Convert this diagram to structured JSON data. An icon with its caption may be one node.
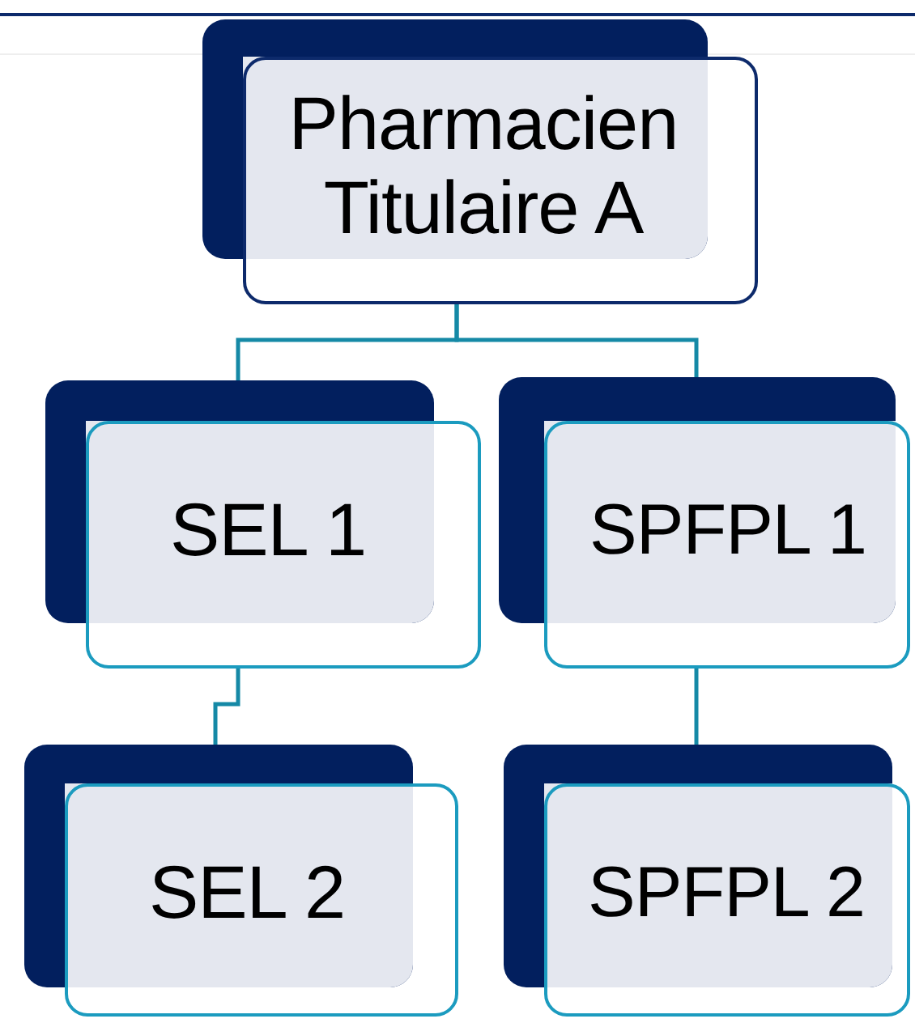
{
  "diagram": {
    "nodes": [
      {
        "text": [
          "Pharmacien",
          "Titulaire A"
        ]
      },
      {
        "text": [
          "SEL 1"
        ]
      },
      {
        "text": [
          "SPFPL 1"
        ]
      },
      {
        "text": [
          "SEL 2"
        ]
      },
      {
        "text": [
          "SPFPL 2"
        ]
      }
    ],
    "edges": [
      {
        "from": 0,
        "to": 1,
        "arrow": "none"
      },
      {
        "from": 0,
        "to": 2,
        "arrow": "none"
      },
      {
        "from": 1,
        "to": 3,
        "arrow": "none"
      },
      {
        "from": 2,
        "to": 4,
        "arrow": "none"
      }
    ]
  }
}
